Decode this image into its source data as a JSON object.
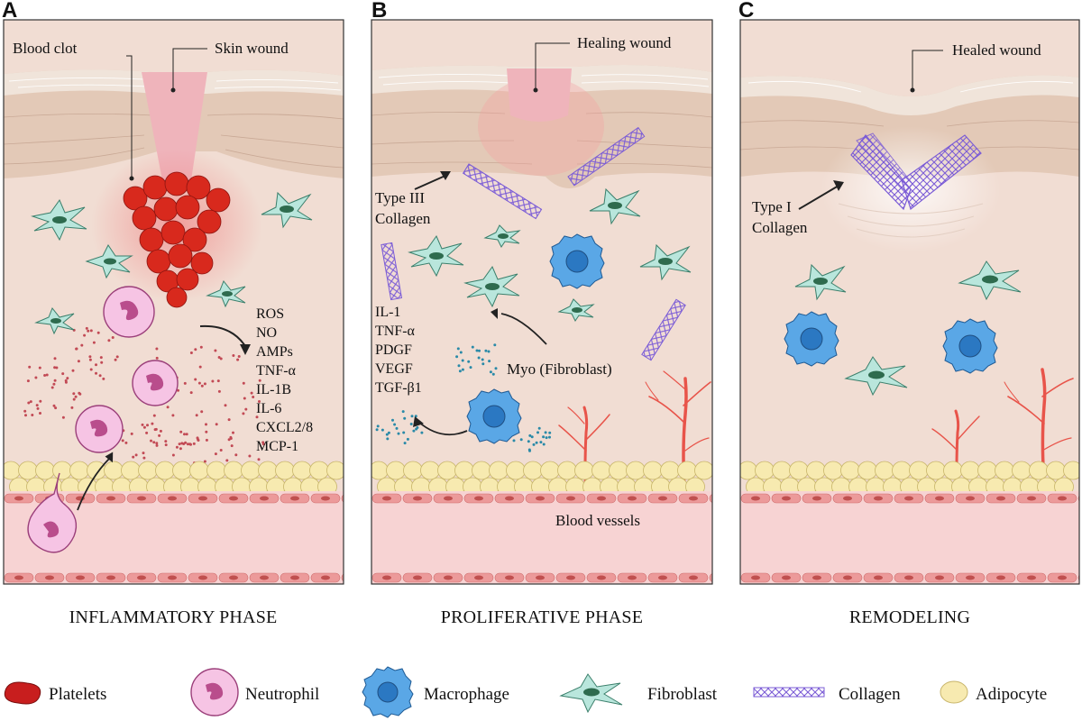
{
  "panels": {
    "a": {
      "letter": "A",
      "phase": "INFLAMMATORY PHASE",
      "labels": {
        "blood_clot": "Blood clot",
        "skin_wound": "Skin wound"
      },
      "mediators": [
        "ROS",
        "NO",
        "AMPs",
        "TNF-α",
        "IL-1B",
        "IL-6",
        "CXCL2/8",
        "MCP-1"
      ]
    },
    "b": {
      "letter": "B",
      "phase": "PROLIFERATIVE PHASE",
      "labels": {
        "healing_wound": "Healing wound",
        "type3_line1": "Type III",
        "type3_line2": "Collagen",
        "myo": "Myo (Fibroblast)",
        "vessels": "Blood vessels"
      },
      "mediators": [
        "IL-1",
        "TNF-α",
        "PDGF",
        "VEGF",
        "TGF-β1"
      ]
    },
    "c": {
      "letter": "C",
      "phase": "REMODELING",
      "labels": {
        "healed_wound": "Healed wound",
        "type1_line1": "Type I",
        "type1_line2": "Collagen"
      }
    }
  },
  "legend": {
    "platelets": "Platelets",
    "neutrophil": "Neutrophil",
    "macrophage": "Macrophage",
    "fibroblast": "Fibroblast",
    "collagen": "Collagen",
    "adipocyte": "Adipocyte"
  },
  "colors": {
    "dermis": "#f1ddd3",
    "epidermis": "#e2c8b6",
    "wound": "#efb4bb",
    "clot": "#d8291d",
    "fibroblast": "#b9e6dc",
    "fibroblast_nucleus": "#2e6b4e",
    "neutrophil": "#f6c4e4",
    "neutrophil_nucleus": "#b94d8c",
    "macrophage": "#5aa7e6",
    "collagen": "#7b5cd6",
    "adipocyte": "#f7eab0",
    "vessel": "#e8544a",
    "muscle": "#f7d2d2"
  }
}
